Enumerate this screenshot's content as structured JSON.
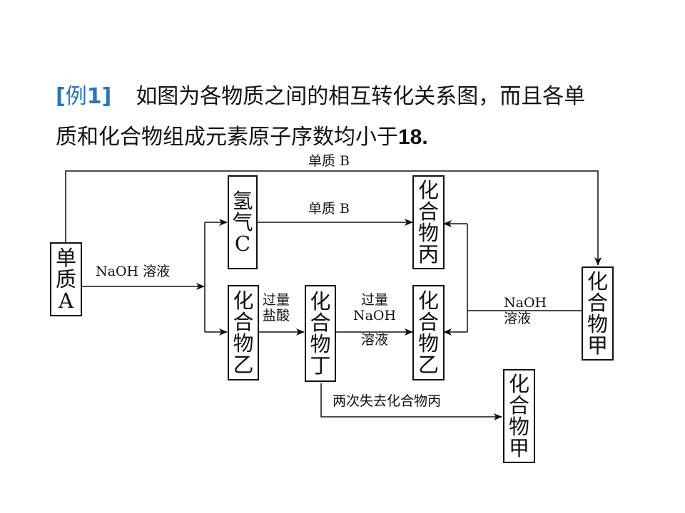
{
  "header": {
    "tag_open": "[",
    "tag_word": "例",
    "tag_num": "1",
    "tag_close": "]",
    "line1": "如图为各物质之间的相互转化关系图，而且各单",
    "line2_text": "质和化合物组成元素原子序数均小于",
    "line2_num": "18."
  },
  "diagram": {
    "nodes": {
      "single_a": [
        "单",
        "质",
        "A"
      ],
      "hydrogen_c": [
        "氢",
        "气",
        "C"
      ],
      "compound_bing": [
        "化",
        "合",
        "物",
        "丙"
      ],
      "compound_yi_left": [
        "化",
        "合",
        "物",
        "乙"
      ],
      "compound_ding": [
        "化",
        "合",
        "物",
        "丁"
      ],
      "compound_yi_right": [
        "化",
        "合",
        "物",
        "乙"
      ],
      "compound_jia_right": [
        "化",
        "合",
        "物",
        "甲"
      ],
      "compound_jia_bottom": [
        "化",
        "合",
        "物",
        "甲"
      ]
    },
    "labels": {
      "top_single_b": "单质 B",
      "mid_single_b": "单质 B",
      "naoh_solution_a": "NaOH 溶液",
      "excess_hcl": [
        "过量",
        "盐酸"
      ],
      "excess_naoh": [
        "过量",
        "NaOH",
        "溶液"
      ],
      "naoh_solution_jia": [
        "NaOH",
        "溶液"
      ],
      "twice_lose": "两次失去化合物丙"
    }
  }
}
